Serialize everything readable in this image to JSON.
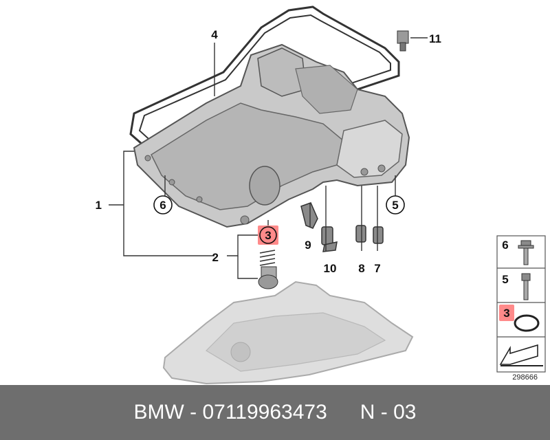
{
  "callouts": {
    "c1": "1",
    "c2": "2",
    "c3": "3",
    "c4": "4",
    "c5": "5",
    "c6": "6",
    "c7": "7",
    "c8": "8",
    "c9": "9",
    "c10": "10",
    "c11": "11"
  },
  "legend": {
    "items": [
      {
        "number": "6",
        "highlighted": false,
        "icon": "bolt-with-flange-icon"
      },
      {
        "number": "5",
        "highlighted": false,
        "icon": "bolt-icon"
      },
      {
        "number": "3",
        "highlighted": true,
        "icon": "o-ring-icon"
      }
    ],
    "orientation_icon": "direction-arrow-icon"
  },
  "reference_number": "298666",
  "footer": {
    "part_text": "BMW - 07119963473",
    "position_text": "N - 03"
  },
  "colors": {
    "highlight": "#ff8a8a",
    "footer_bg": "#6e6e6e",
    "part_fill": "#c9c9c9",
    "part_stroke": "#555555"
  }
}
